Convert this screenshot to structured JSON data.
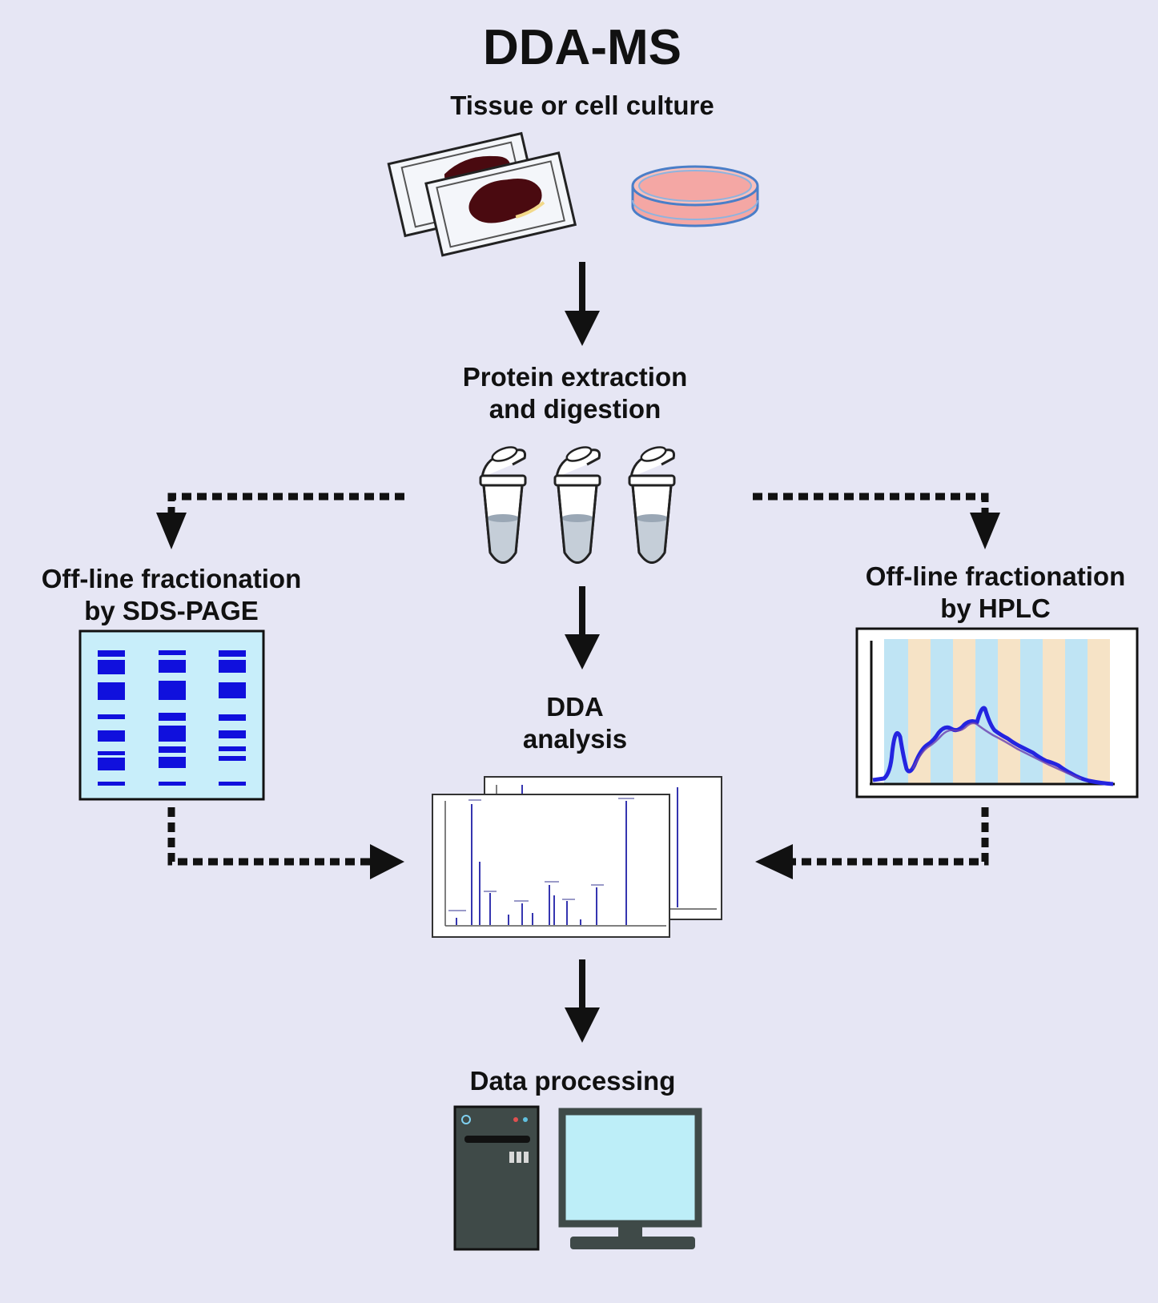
{
  "title": "DDA-MS",
  "steps": {
    "sample": "Tissue or cell culture",
    "extraction": [
      "Protein extraction",
      "and digestion"
    ],
    "sds_page": [
      "Off-line fractionation",
      "by SDS-PAGE"
    ],
    "hplc": [
      "Off-line fractionation",
      "by HPLC"
    ],
    "dda": [
      "DDA",
      "analysis"
    ],
    "processing": "Data processing"
  },
  "colors": {
    "background": "#e6e6f4",
    "gel_band": "#1010dd",
    "gel_bg": "#c8eefa",
    "hplc_stripe_blue": "#bfe4f4",
    "hplc_stripe_orange": "#f6e3c6",
    "hplc_trace": "#2424e0",
    "tissue": "#4a0a10",
    "dish": "#f4a7a4",
    "monitor_screen": "#bdeef8",
    "computer_case": "#3f4a48"
  },
  "icons": [
    "tissue-slide-icon",
    "petri-dish-icon",
    "microtube-icon",
    "gel-icon",
    "chromatogram-icon",
    "mass-spectrum-icon",
    "computer-tower-icon",
    "monitor-icon"
  ]
}
